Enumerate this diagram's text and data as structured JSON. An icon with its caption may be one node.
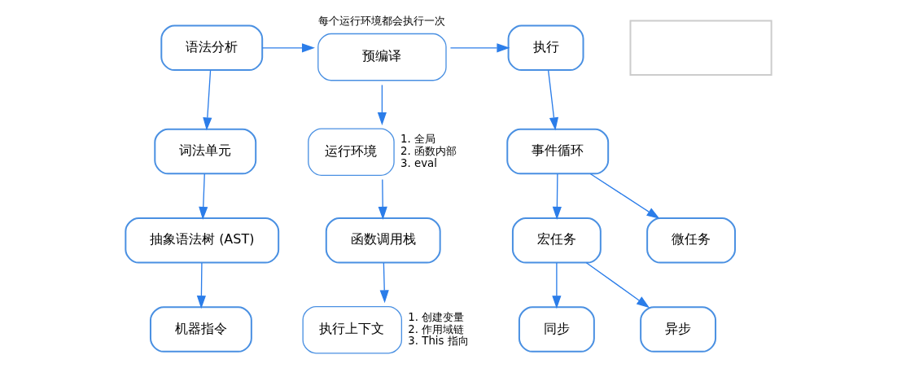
{
  "diagram": {
    "nodes": [
      {
        "text": [
          "语法分析"
        ]
      },
      {
        "text": [
          "预编译"
        ],
        "beside": [
          "每个运行环境都会执行一次"
        ]
      },
      {
        "text": [
          "执行"
        ]
      },
      {
        "text": [
          "词法单元"
        ]
      },
      {
        "text": [
          "抽象语法树 (AST)"
        ]
      },
      {
        "text": [
          "机器指令"
        ]
      },
      {
        "text": [
          "运行环境"
        ],
        "beside": [
          "1. 全局",
          "2. 函数内部",
          "3. eval"
        ]
      },
      {
        "text": [
          "函数调用栈"
        ]
      },
      {
        "text": [
          "执行上下文"
        ],
        "beside": [
          "1. 创建变量",
          "2. 作用域链",
          "3. This 指向"
        ]
      },
      {
        "text": [
          "事件循环"
        ]
      },
      {
        "text": [
          "宏任务"
        ]
      },
      {
        "text": [
          "微任务"
        ]
      },
      {
        "text": [
          "同步"
        ]
      },
      {
        "text": [
          "异步"
        ]
      },
      {
        "text": [],
        "shape": "box"
      }
    ],
    "edges": [
      {
        "from": 0,
        "to": 1,
        "arrow": "to"
      },
      {
        "from": 1,
        "to": 2,
        "arrow": "to"
      },
      {
        "from": 0,
        "to": 3,
        "arrow": "to"
      },
      {
        "from": 3,
        "to": 4,
        "arrow": "to"
      },
      {
        "from": 4,
        "to": 5,
        "arrow": "to"
      },
      {
        "from": 1,
        "to": 6,
        "arrow": "to"
      },
      {
        "from": 6,
        "to": 7,
        "arrow": "to"
      },
      {
        "from": 7,
        "to": 8,
        "arrow": "to"
      },
      {
        "from": 2,
        "to": 9,
        "arrow": "to"
      },
      {
        "from": 9,
        "to": 10,
        "arrow": "to"
      },
      {
        "from": 9,
        "to": 11,
        "arrow": "to"
      },
      {
        "from": 10,
        "to": 12,
        "arrow": "to"
      },
      {
        "from": 10,
        "to": 13,
        "arrow": "to"
      }
    ]
  }
}
